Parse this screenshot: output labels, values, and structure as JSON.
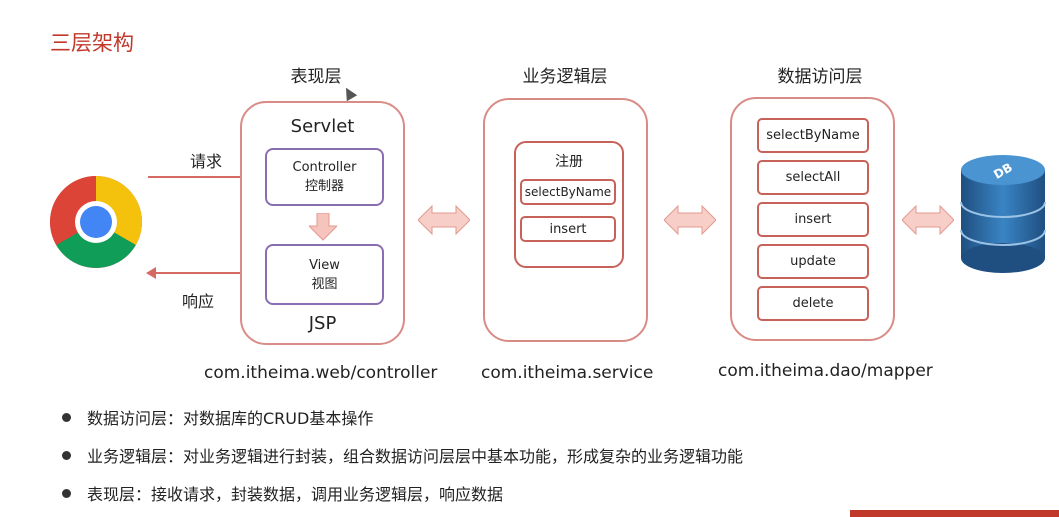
{
  "title": "三层架构",
  "layers": {
    "presentation": {
      "title": "表现层",
      "top_label": "Servlet",
      "bottom_label": "JSP",
      "controller": {
        "line1": "Controller",
        "line2": "控制器"
      },
      "view": {
        "line1": "View",
        "line2": "视图"
      },
      "package": "com.itheima.web/controller"
    },
    "business": {
      "title": "业务逻辑层",
      "group_title": "注册",
      "methods": [
        "selectByName",
        "insert"
      ],
      "package": "com.itheima.service"
    },
    "data_access": {
      "title": "数据访问层",
      "methods": [
        "selectByName",
        "selectAll",
        "insert",
        "update",
        "delete"
      ],
      "package": "com.itheima.dao/mapper"
    }
  },
  "arrows": {
    "request": "请求",
    "response": "响应"
  },
  "database_label": "DB",
  "bullets": [
    "数据访问层：对数据库的CRUD基本操作",
    "业务逻辑层：对业务逻辑进行封装，组合数据访问层层中基本功能，形成复杂的业务逻辑功能",
    "表现层：接收请求，封装数据，调用业务逻辑层，响应数据"
  ],
  "colors": {
    "title": "#c0392b",
    "layer_border": "#d98c86",
    "inner_border": "#8a6fb0",
    "method_border": "#c7625a",
    "db_blue": "#2e6da4"
  }
}
